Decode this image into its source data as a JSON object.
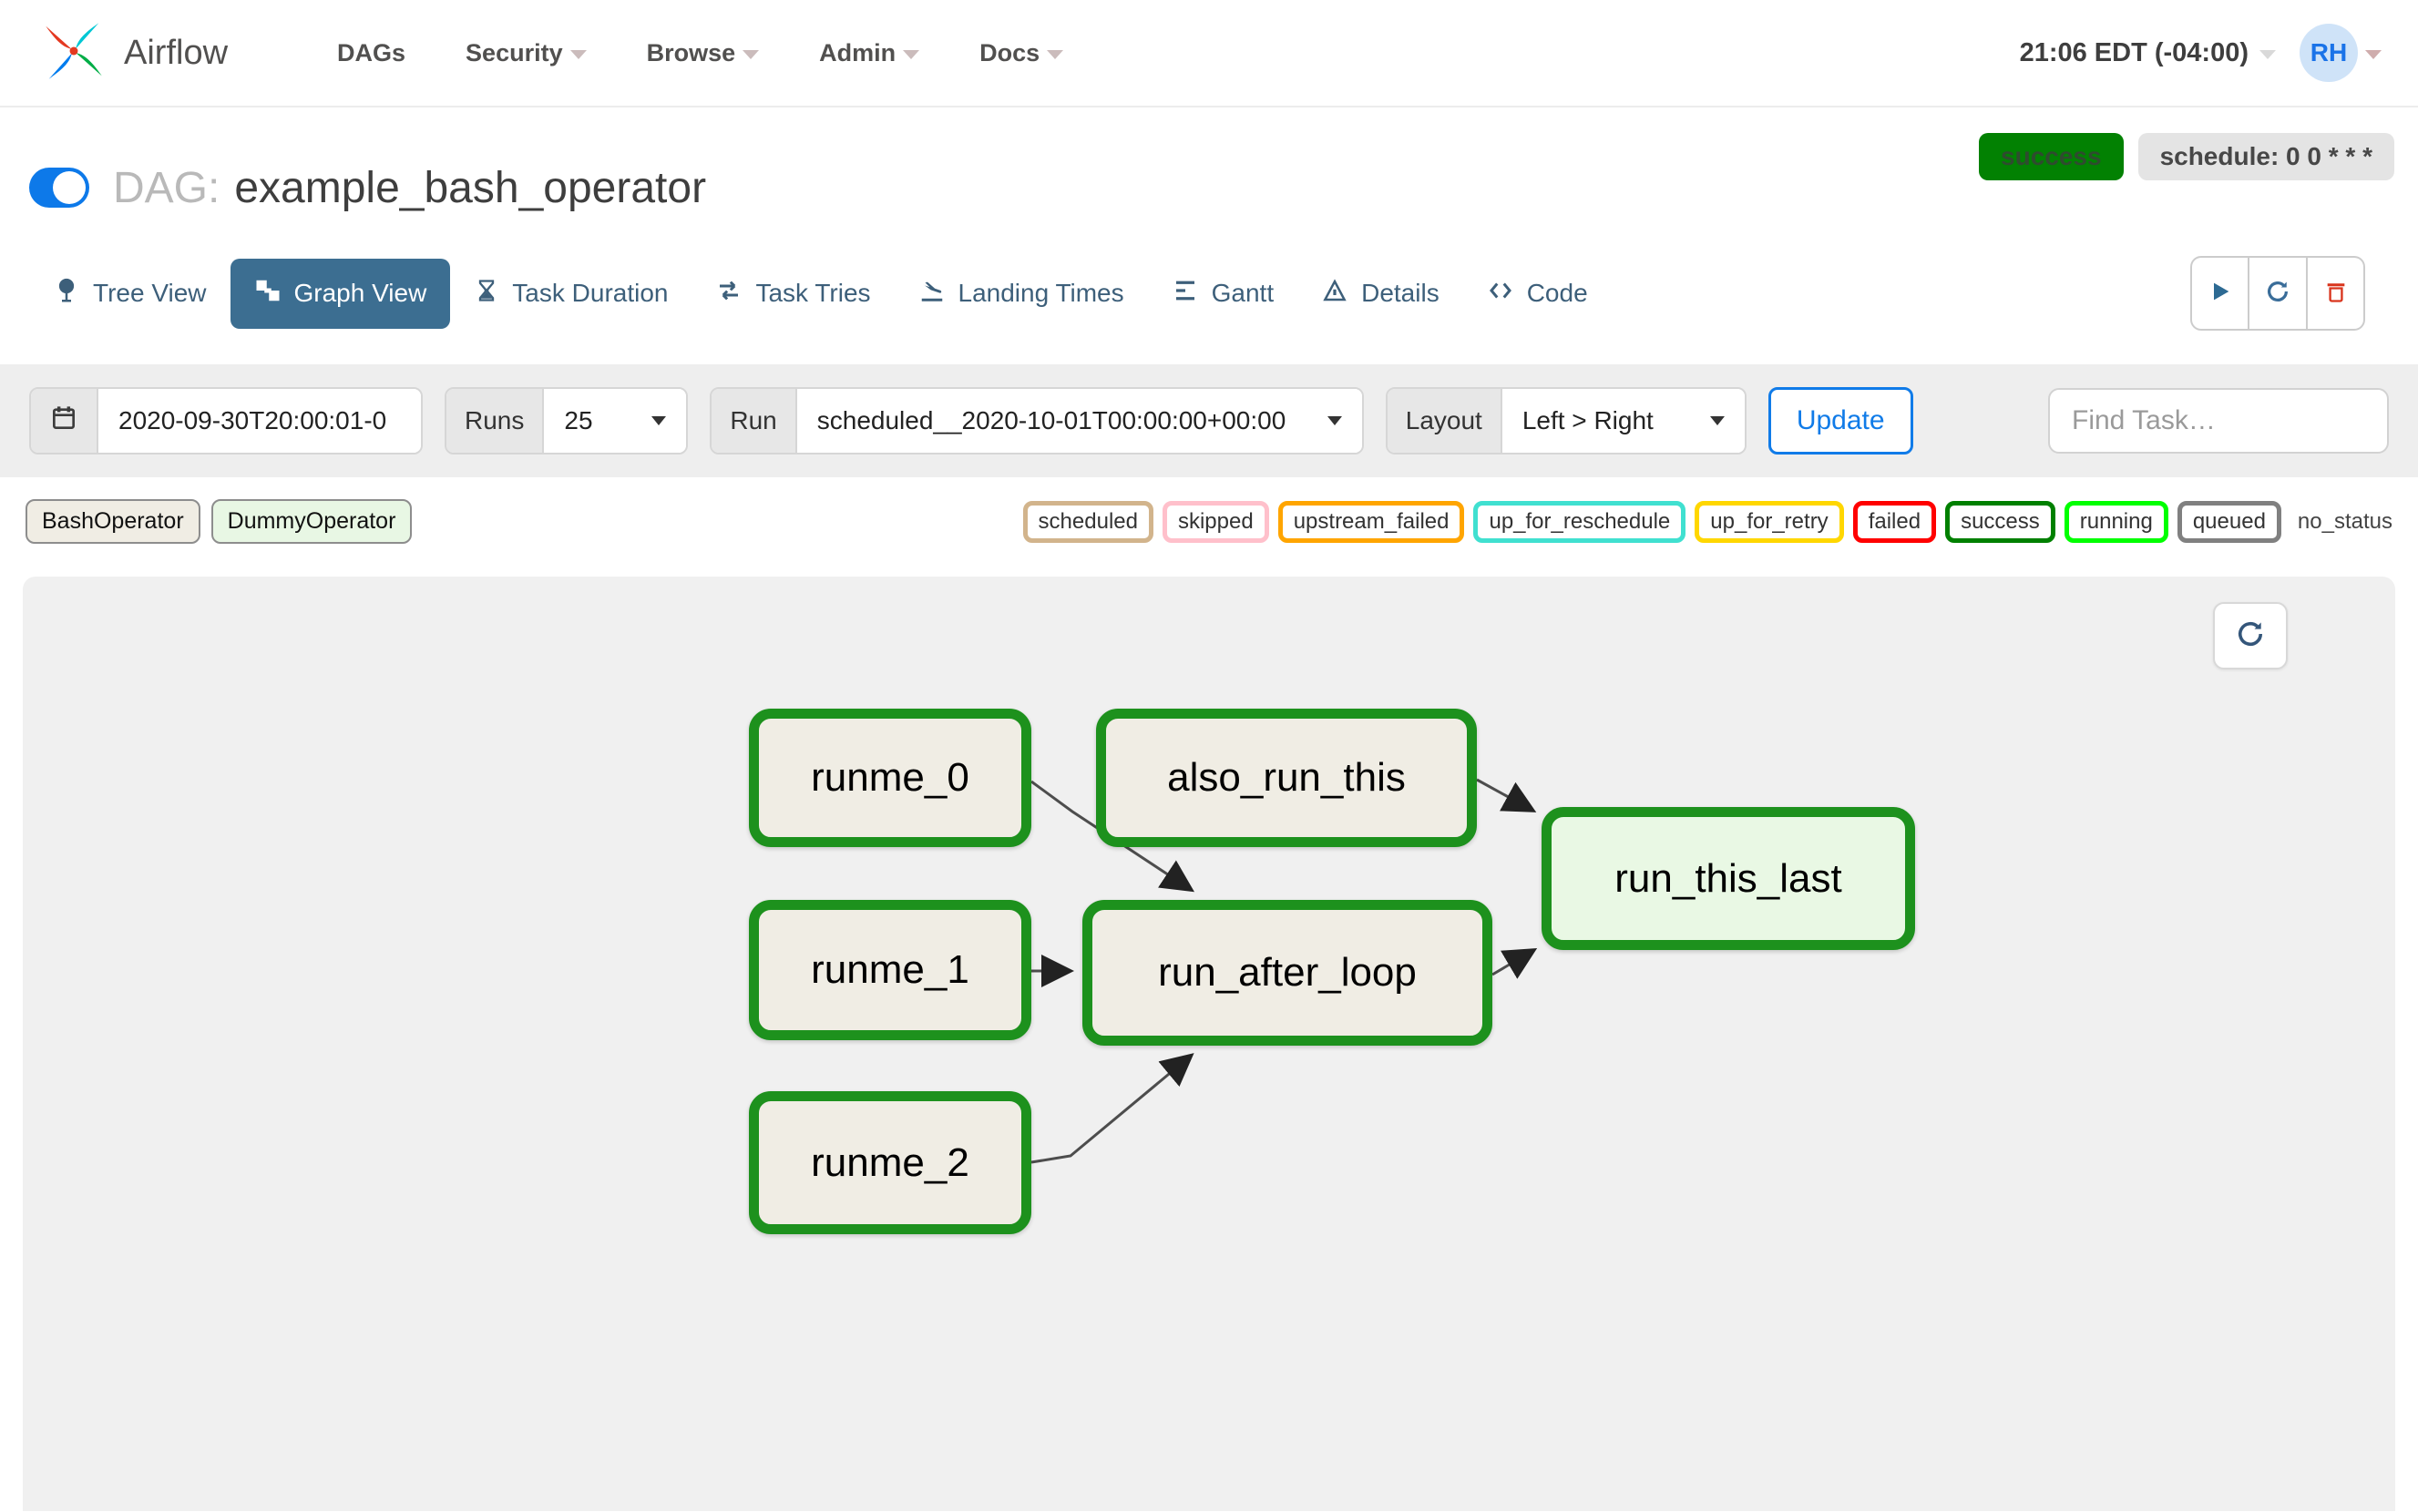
{
  "colors": {
    "accent_blue": "#107be8",
    "active_tab": "#3c6e91",
    "node_border_green": "#1d911d",
    "dag_state_green": "#028102",
    "canvas_gray": "#f0f0f0",
    "filter_bar_gray": "#eeeeee",
    "delete_red": "#d9341c"
  },
  "icons": {
    "airflow-logo-icon": "pinwheel",
    "caret-down-icon": "▾",
    "calendar-icon": "▦",
    "select-chevron-icon": "▾",
    "play-icon": "▶",
    "refresh-icon": "⟳",
    "trash-icon": "🗑",
    "tree-view-icon": "pin",
    "graph-view-icon": "sitemap",
    "task-duration-icon": "⧗",
    "task-tries-icon": "⇄",
    "landing-times-icon": "plane-landing",
    "gantt-icon": "≡",
    "details-icon": "△",
    "code-icon": "❮❯"
  },
  "navbar": {
    "brand": "Airflow",
    "items": [
      {
        "label": "DAGs",
        "caret": false
      },
      {
        "label": "Security",
        "caret": true
      },
      {
        "label": "Browse",
        "caret": true
      },
      {
        "label": "Admin",
        "caret": true
      },
      {
        "label": "Docs",
        "caret": true
      }
    ],
    "clock": "21:06 EDT (-04:00)",
    "avatar_initials": "RH"
  },
  "dag_header": {
    "dag_label": "DAG:",
    "dag_name": "example_bash_operator",
    "state_badge": "success",
    "schedule_badge": "schedule: 0 0 * * *"
  },
  "tabs": [
    {
      "label": "Tree View",
      "active": false
    },
    {
      "label": "Graph View",
      "active": true
    },
    {
      "label": "Task Duration",
      "active": false
    },
    {
      "label": "Task Tries",
      "active": false
    },
    {
      "label": "Landing Times",
      "active": false
    },
    {
      "label": "Gantt",
      "active": false
    },
    {
      "label": "Details",
      "active": false
    },
    {
      "label": "Code",
      "active": false
    }
  ],
  "filters": {
    "date_value": "2020-09-30T20:00:01-0",
    "runs_label": "Runs",
    "runs_value": "25",
    "run_label": "Run",
    "run_value": "scheduled__2020-10-01T00:00:00+00:00",
    "layout_label": "Layout",
    "layout_value": "Left > Right",
    "update_label": "Update",
    "find_task_placeholder": "Find Task…"
  },
  "legend": {
    "operators": [
      {
        "label": "BashOperator",
        "fill": "#f0ede4"
      },
      {
        "label": "DummyOperator",
        "fill": "#e8f7e4"
      }
    ],
    "states": [
      {
        "label": "scheduled",
        "color": "#d2b48c"
      },
      {
        "label": "skipped",
        "color": "#ffc0cb"
      },
      {
        "label": "upstream_failed",
        "color": "#ffa500"
      },
      {
        "label": "up_for_reschedule",
        "color": "#40e0d0"
      },
      {
        "label": "up_for_retry",
        "color": "#ffd700"
      },
      {
        "label": "failed",
        "color": "#ff0000"
      },
      {
        "label": "success",
        "color": "#008000"
      },
      {
        "label": "running",
        "color": "#00ff00"
      },
      {
        "label": "queued",
        "color": "#808080"
      }
    ],
    "no_status_label": "no_status"
  },
  "graph": {
    "nodes": [
      {
        "label": "runme_0",
        "operator": "BashOperator",
        "fill": "#f0ede4"
      },
      {
        "label": "also_run_this",
        "operator": "BashOperator",
        "fill": "#f0ede4"
      },
      {
        "label": "runme_1",
        "operator": "BashOperator",
        "fill": "#f0ede4"
      },
      {
        "label": "run_after_loop",
        "operator": "BashOperator",
        "fill": "#f0ede4"
      },
      {
        "label": "runme_2",
        "operator": "BashOperator",
        "fill": "#f0ede4"
      },
      {
        "label": "run_this_last",
        "operator": "DummyOperator",
        "fill": "#e9f8e4"
      }
    ],
    "edges": [
      {
        "from": "runme_0",
        "to": "run_after_loop"
      },
      {
        "from": "runme_1",
        "to": "run_after_loop"
      },
      {
        "from": "runme_2",
        "to": "run_after_loop"
      },
      {
        "from": "also_run_this",
        "to": "run_this_last"
      },
      {
        "from": "run_after_loop",
        "to": "run_this_last"
      }
    ]
  }
}
